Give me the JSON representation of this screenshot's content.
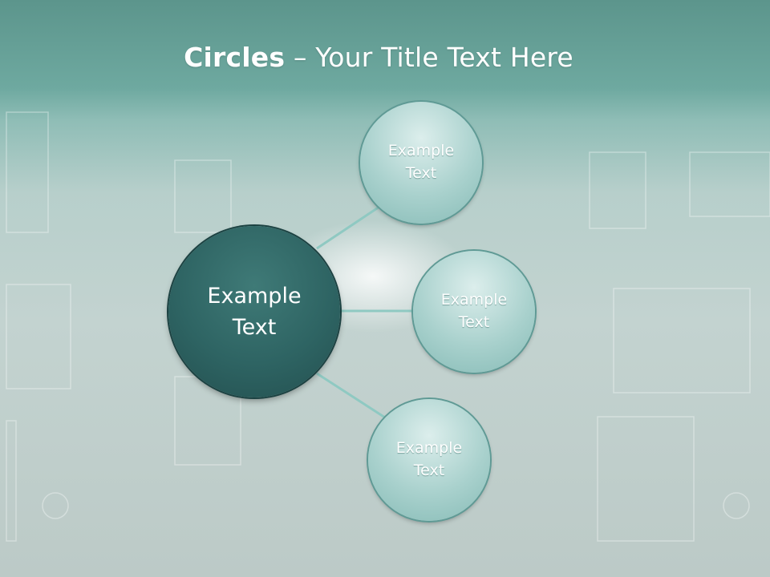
{
  "title": {
    "bold": "Circles",
    "rest": " – Your Title Text Here"
  },
  "diagram": {
    "center": {
      "label": "Example\nText"
    },
    "satellites": [
      {
        "label": "Example\nText"
      },
      {
        "label": "Example\nText"
      },
      {
        "label": "Example\nText"
      }
    ]
  },
  "colors": {
    "center_fill": "#2e6463",
    "satellite_fill": "#a9d1cd",
    "connector": "#8fc9c2"
  }
}
